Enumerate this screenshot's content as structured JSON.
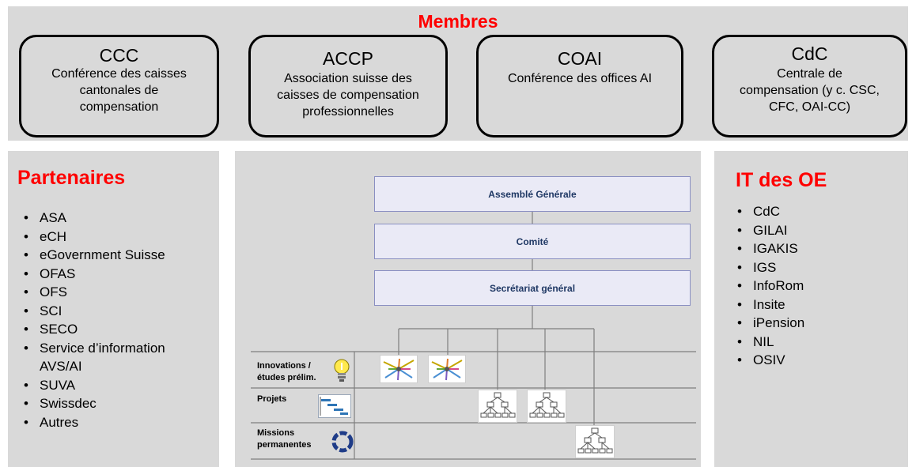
{
  "members": {
    "title": "Membres",
    "boxes": [
      {
        "abbr": "CCC",
        "desc_lines": [
          "Conférence des caisses",
          "cantonales de",
          "compensation"
        ]
      },
      {
        "abbr": "ACCP",
        "desc_lines": [
          "Association suisse des",
          "caisses de compensation",
          "professionnelles"
        ]
      },
      {
        "abbr": "COAI",
        "desc_lines": [
          "Conférence des offices AI"
        ]
      },
      {
        "abbr": "CdC",
        "desc_lines": [
          "Centrale de",
          "compensation (y c. CSC,",
          "CFC, OAI-CC)"
        ]
      }
    ]
  },
  "partenaires": {
    "title": "Partenaires",
    "items": [
      "ASA",
      "eCH",
      "eGovernment Suisse",
      "OFAS",
      "OFS",
      "SCI",
      "SECO",
      "Service d’information AVS/AI",
      "SUVA",
      "Swissdec",
      "Autres"
    ]
  },
  "it_oe": {
    "title": "IT des OE",
    "items": [
      "CdC",
      "GILAI",
      "IGAKIS",
      "IGS",
      "InfoRom",
      "Insite",
      "iPension",
      "NIL",
      "OSIV"
    ]
  },
  "organigram": {
    "boxes": [
      "Assemblé Générale",
      "Comité",
      "Secrétariat général"
    ],
    "rows": [
      {
        "label_lines": [
          "Innovations /",
          "études prélim."
        ],
        "icon": "lightbulb-icon"
      },
      {
        "label_lines": [
          "Projets"
        ],
        "icon": "gantt-chart-icon"
      },
      {
        "label_lines": [
          "Missions",
          "permanentes"
        ],
        "icon": "cycle-icon"
      }
    ]
  },
  "colors": {
    "accent_red": "#ff0000",
    "panel_gray": "#d9d9d9",
    "org_box_fill": "#eaeaf6",
    "org_box_border": "#8a8fc2",
    "org_text": "#1f3864"
  }
}
